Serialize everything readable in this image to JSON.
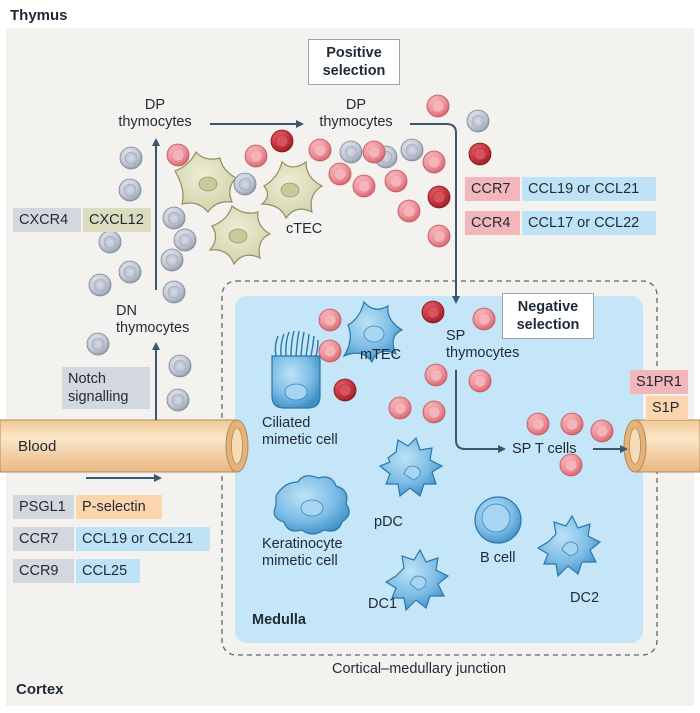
{
  "title": "Thymus",
  "regions": {
    "cortex": "Cortex",
    "medulla": "Medulla",
    "junction": "Cortical–medullary junction"
  },
  "vessel": {
    "label": "Blood"
  },
  "stages": {
    "dp1": [
      "DP",
      "thymocytes"
    ],
    "dp2": [
      "DP",
      "thymocytes"
    ],
    "dn": [
      "DN",
      "thymocytes"
    ],
    "sp": [
      "SP",
      "thymocytes"
    ],
    "spt": "SP T cells"
  },
  "selection": {
    "positive": [
      "Positive",
      "selection"
    ],
    "negative": [
      "Negative",
      "selection"
    ]
  },
  "signals": {
    "notch": [
      "Notch",
      "signalling"
    ]
  },
  "receptor_pairs": {
    "cortex_entry": {
      "receptor": "CXCR4",
      "ligand": "CXCL12"
    },
    "medulla_migration": [
      {
        "receptor": "CCR7",
        "ligand": "CCL19 or CCL21"
      },
      {
        "receptor": "CCR4",
        "ligand": "CCL17 or CCL22"
      }
    ],
    "homing": [
      {
        "receptor": "PSGL1",
        "ligand": "P-selectin"
      },
      {
        "receptor": "CCR7",
        "ligand": "CCL19 or CCL21"
      },
      {
        "receptor": "CCR9",
        "ligand": "CCL25"
      }
    ],
    "egress": {
      "receptor": "S1PR1",
      "ligand": "S1P"
    }
  },
  "cells": {
    "ctec": "cTEC",
    "mtec": "mTEC",
    "ciliated": [
      "Ciliated",
      "mimetic cell"
    ],
    "keratinocyte": [
      "Keratinocyte",
      "mimetic cell"
    ],
    "pdc": "pDC",
    "dc1": "DC1",
    "dc2": "DC2",
    "bcell": "B cell"
  },
  "colors": {
    "background": "#f3f2ee",
    "medulla": "#c4e6f8",
    "vessel": "#f6dcb8",
    "arrow": "#3d5670",
    "gray_cell": "#c9cfda",
    "pink_cell": "#ee8f97",
    "dark_red_cell": "#cf3d47",
    "tec": "#dfdfbd",
    "medulla_cell": "#7bbbe4"
  }
}
